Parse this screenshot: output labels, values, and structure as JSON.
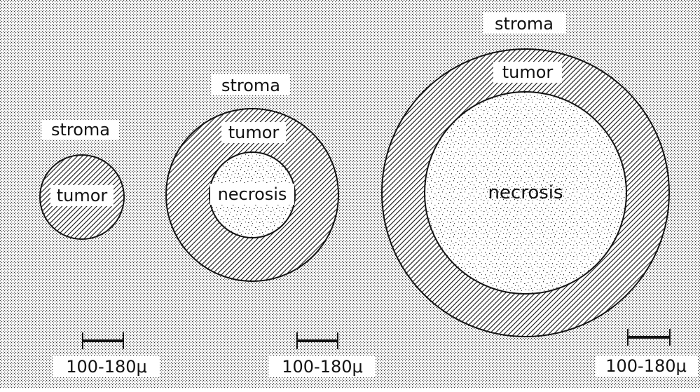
{
  "diagram": {
    "panels": [
      {
        "stroma_label": "stroma",
        "tumor_label": "tumor",
        "necrosis_label": "",
        "scale_label": "100-180μ"
      },
      {
        "stroma_label": "stroma",
        "tumor_label": "tumor",
        "necrosis_label": "necrosis",
        "scale_label": "100-180μ"
      },
      {
        "stroma_label": "stroma",
        "tumor_label": "tumor",
        "necrosis_label": "necrosis",
        "scale_label": "100-180μ"
      }
    ],
    "colors": {
      "ink": "#111111",
      "paper": "#ffffff"
    }
  }
}
